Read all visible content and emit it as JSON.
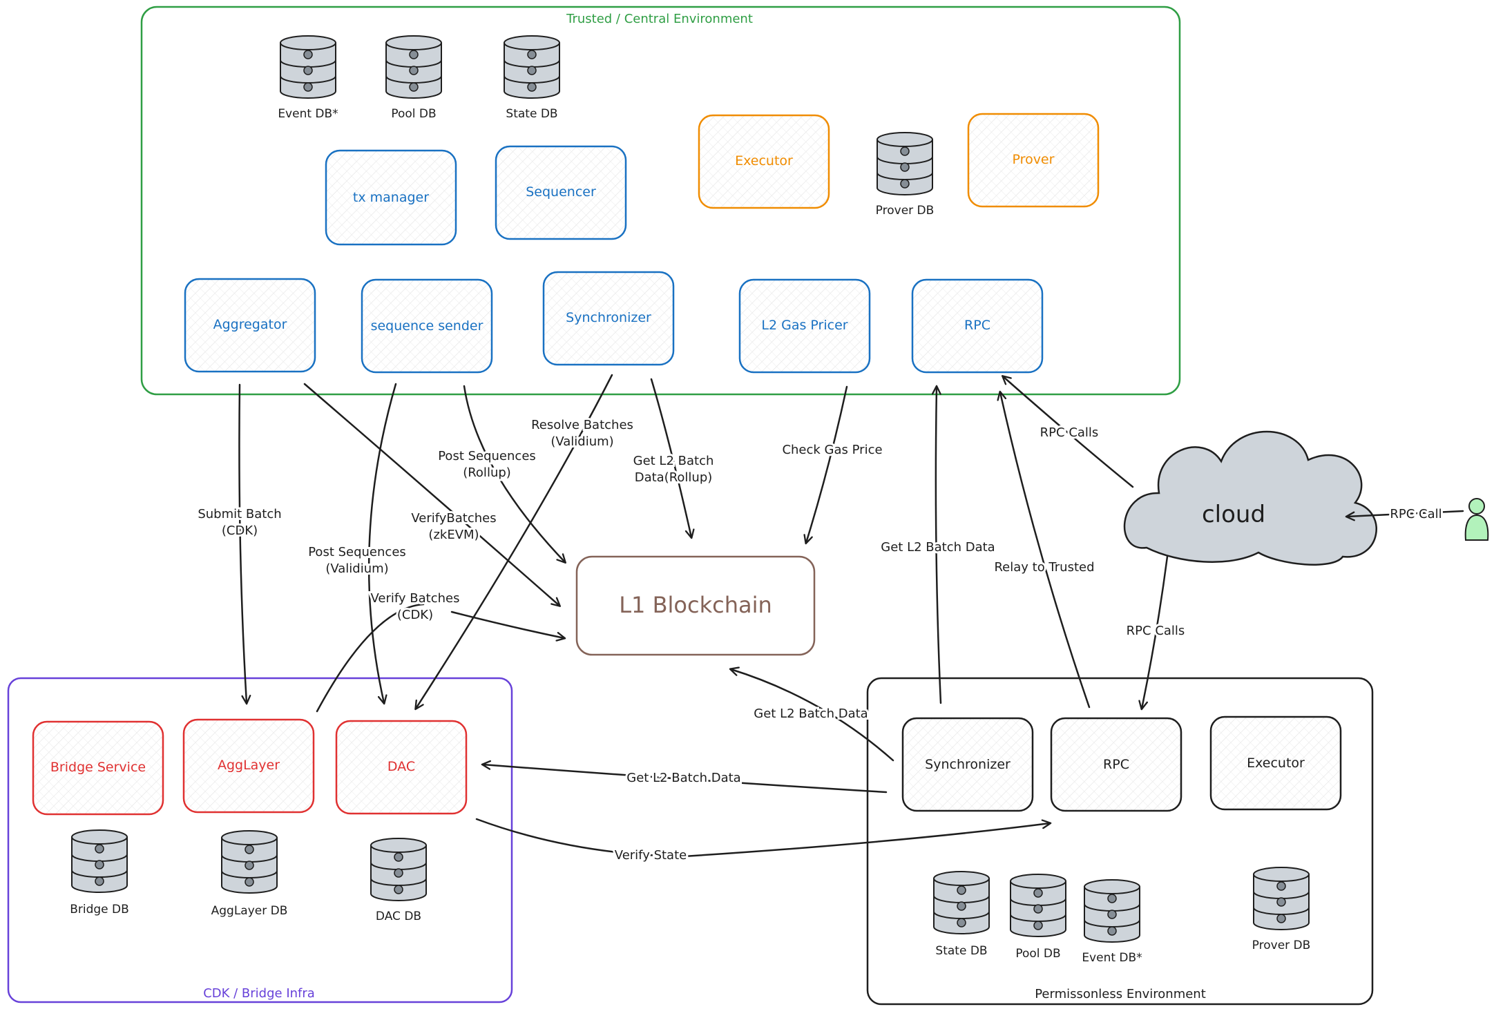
{
  "colors": {
    "green": "#2f9e44",
    "blue": "#1971c2",
    "orange": "#f08c00",
    "red": "#e03131",
    "purple": "#6741d9",
    "brown": "#846358",
    "dark": "#1e1e1e",
    "db_fill": "#ced4da",
    "cloud_fill": "#ced4da",
    "person_fill": "#b2f2bb"
  },
  "regions": {
    "trusted": "Trusted / Central Environment",
    "cdk": "CDK / Bridge Infra",
    "permissionless": "Permissonless Environment"
  },
  "trusted": {
    "dbs": {
      "event": "Event DB*",
      "pool": "Pool DB",
      "state": "State DB",
      "prover": "Prover DB"
    },
    "boxes": {
      "tx_manager": "tx manager",
      "sequencer": "Sequencer",
      "executor": "Executor",
      "prover": "Prover",
      "aggregator": "Aggregator",
      "sequence_sender": "sequence sender",
      "synchronizer": "Synchronizer",
      "l2_gas_pricer": "L2 Gas Pricer",
      "rpc": "RPC"
    }
  },
  "l1": {
    "label": "L1 Blockchain"
  },
  "cloud": {
    "label": "cloud"
  },
  "cdk": {
    "boxes": {
      "bridge_service": "Bridge Service",
      "agglayer": "AggLayer",
      "dac": "DAC"
    },
    "dbs": {
      "bridge": "Bridge DB",
      "agglayer": "AggLayer DB",
      "dac": "DAC DB"
    }
  },
  "permissionless": {
    "boxes": {
      "synchronizer": "Synchronizer",
      "rpc": "RPC",
      "executor": "Executor"
    },
    "dbs": {
      "state": "State DB",
      "pool": "Pool DB",
      "event": "Event DB*",
      "prover": "Prover DB"
    }
  },
  "edges": {
    "submit_batch": [
      "Submit Batch",
      "(CDK)"
    ],
    "verify_batches_zkevm": [
      "VerifyBatches",
      "(zkEVM)"
    ],
    "post_sequences_rollup": [
      "Post Sequences",
      "(Rollup)"
    ],
    "post_sequences_validium": [
      "Post Sequences",
      "(Validium)"
    ],
    "resolve_batches": [
      "Resolve Batches",
      "(Validium)"
    ],
    "get_l2_batch_rollup": [
      "Get L2 Batch",
      "Data(Rollup)"
    ],
    "check_gas_price": [
      "Check Gas Price"
    ],
    "verify_batches_cdk": [
      "Verify Batches",
      "(CDK)"
    ],
    "rpc_calls_top": [
      "RPC Calls"
    ],
    "rpc_call_user": [
      "RPC Call"
    ],
    "get_l2_batch_data_up": [
      "Get L2 Batch Data"
    ],
    "relay_to_trusted": [
      "Relay to Trusted"
    ],
    "rpc_calls_down": [
      "RPC Calls"
    ],
    "get_l2_batch_data_l1": [
      "Get L2 Batch Data"
    ],
    "get_l2_batch_data_dac": [
      "Get L2 Batch Data"
    ],
    "verify_state": [
      "Verify State"
    ]
  }
}
